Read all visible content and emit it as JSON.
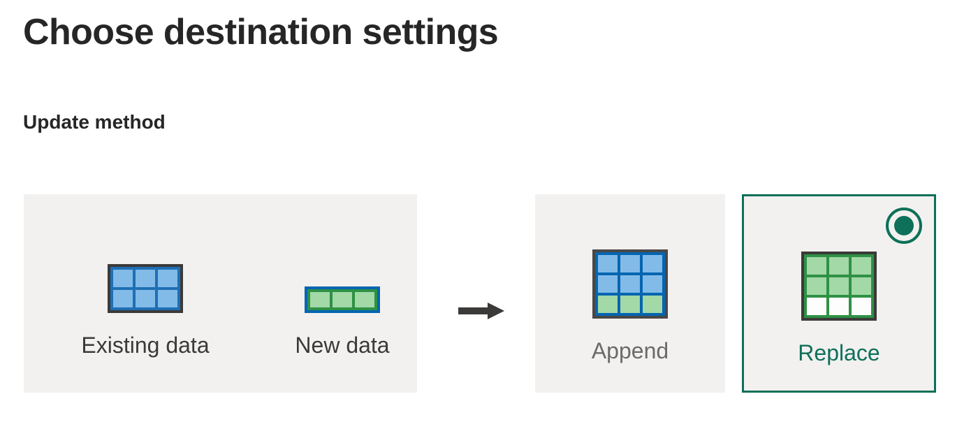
{
  "page": {
    "title": "Choose destination settings",
    "section_title": "Update method"
  },
  "colors": {
    "accent_teal": "#0e7059",
    "panel_bg": "#f2f1f0",
    "text_primary": "#262626",
    "text_muted": "#6b6a69",
    "cell_blue_fill": "#82bbe8",
    "cell_blue_divider": "#0565b0",
    "cell_green_fill": "#a3d8a7",
    "cell_green_divider": "#2e9145",
    "frame_dark": "#3b3a39",
    "cell_empty_fill": "#ffffff"
  },
  "source_panel": {
    "name": "source-data-panel",
    "options": [
      {
        "id": "existing-data",
        "label": "Existing data",
        "icon_name": "existing-data-grid-icon",
        "grid": {
          "columns": 3,
          "rows": 2,
          "fill": "blue",
          "divider": "blue",
          "frame": "dark"
        }
      },
      {
        "id": "new-data",
        "label": "New data",
        "icon_name": "new-data-row-icon",
        "grid": {
          "columns": 3,
          "rows": 1,
          "fill": "green",
          "divider": "green",
          "frame": "blue"
        }
      }
    ]
  },
  "arrow": {
    "name": "right-arrow-icon",
    "direction": "right",
    "color": "#3b3a39"
  },
  "result_options": [
    {
      "id": "append",
      "label": "Append",
      "selected": false,
      "label_style": "muted",
      "icon_name": "append-grid-icon",
      "grid": {
        "columns": 3,
        "rows": 3,
        "row_fills": [
          "blue",
          "blue",
          "green"
        ],
        "frame": "dark"
      }
    },
    {
      "id": "replace",
      "label": "Replace",
      "selected": true,
      "label_style": "accent",
      "icon_name": "replace-grid-icon",
      "radio_name": "replace-radio-selected",
      "grid": {
        "columns": 3,
        "rows": 3,
        "row_fills": [
          "green",
          "green",
          "empty"
        ],
        "frame": "dark"
      }
    }
  ]
}
